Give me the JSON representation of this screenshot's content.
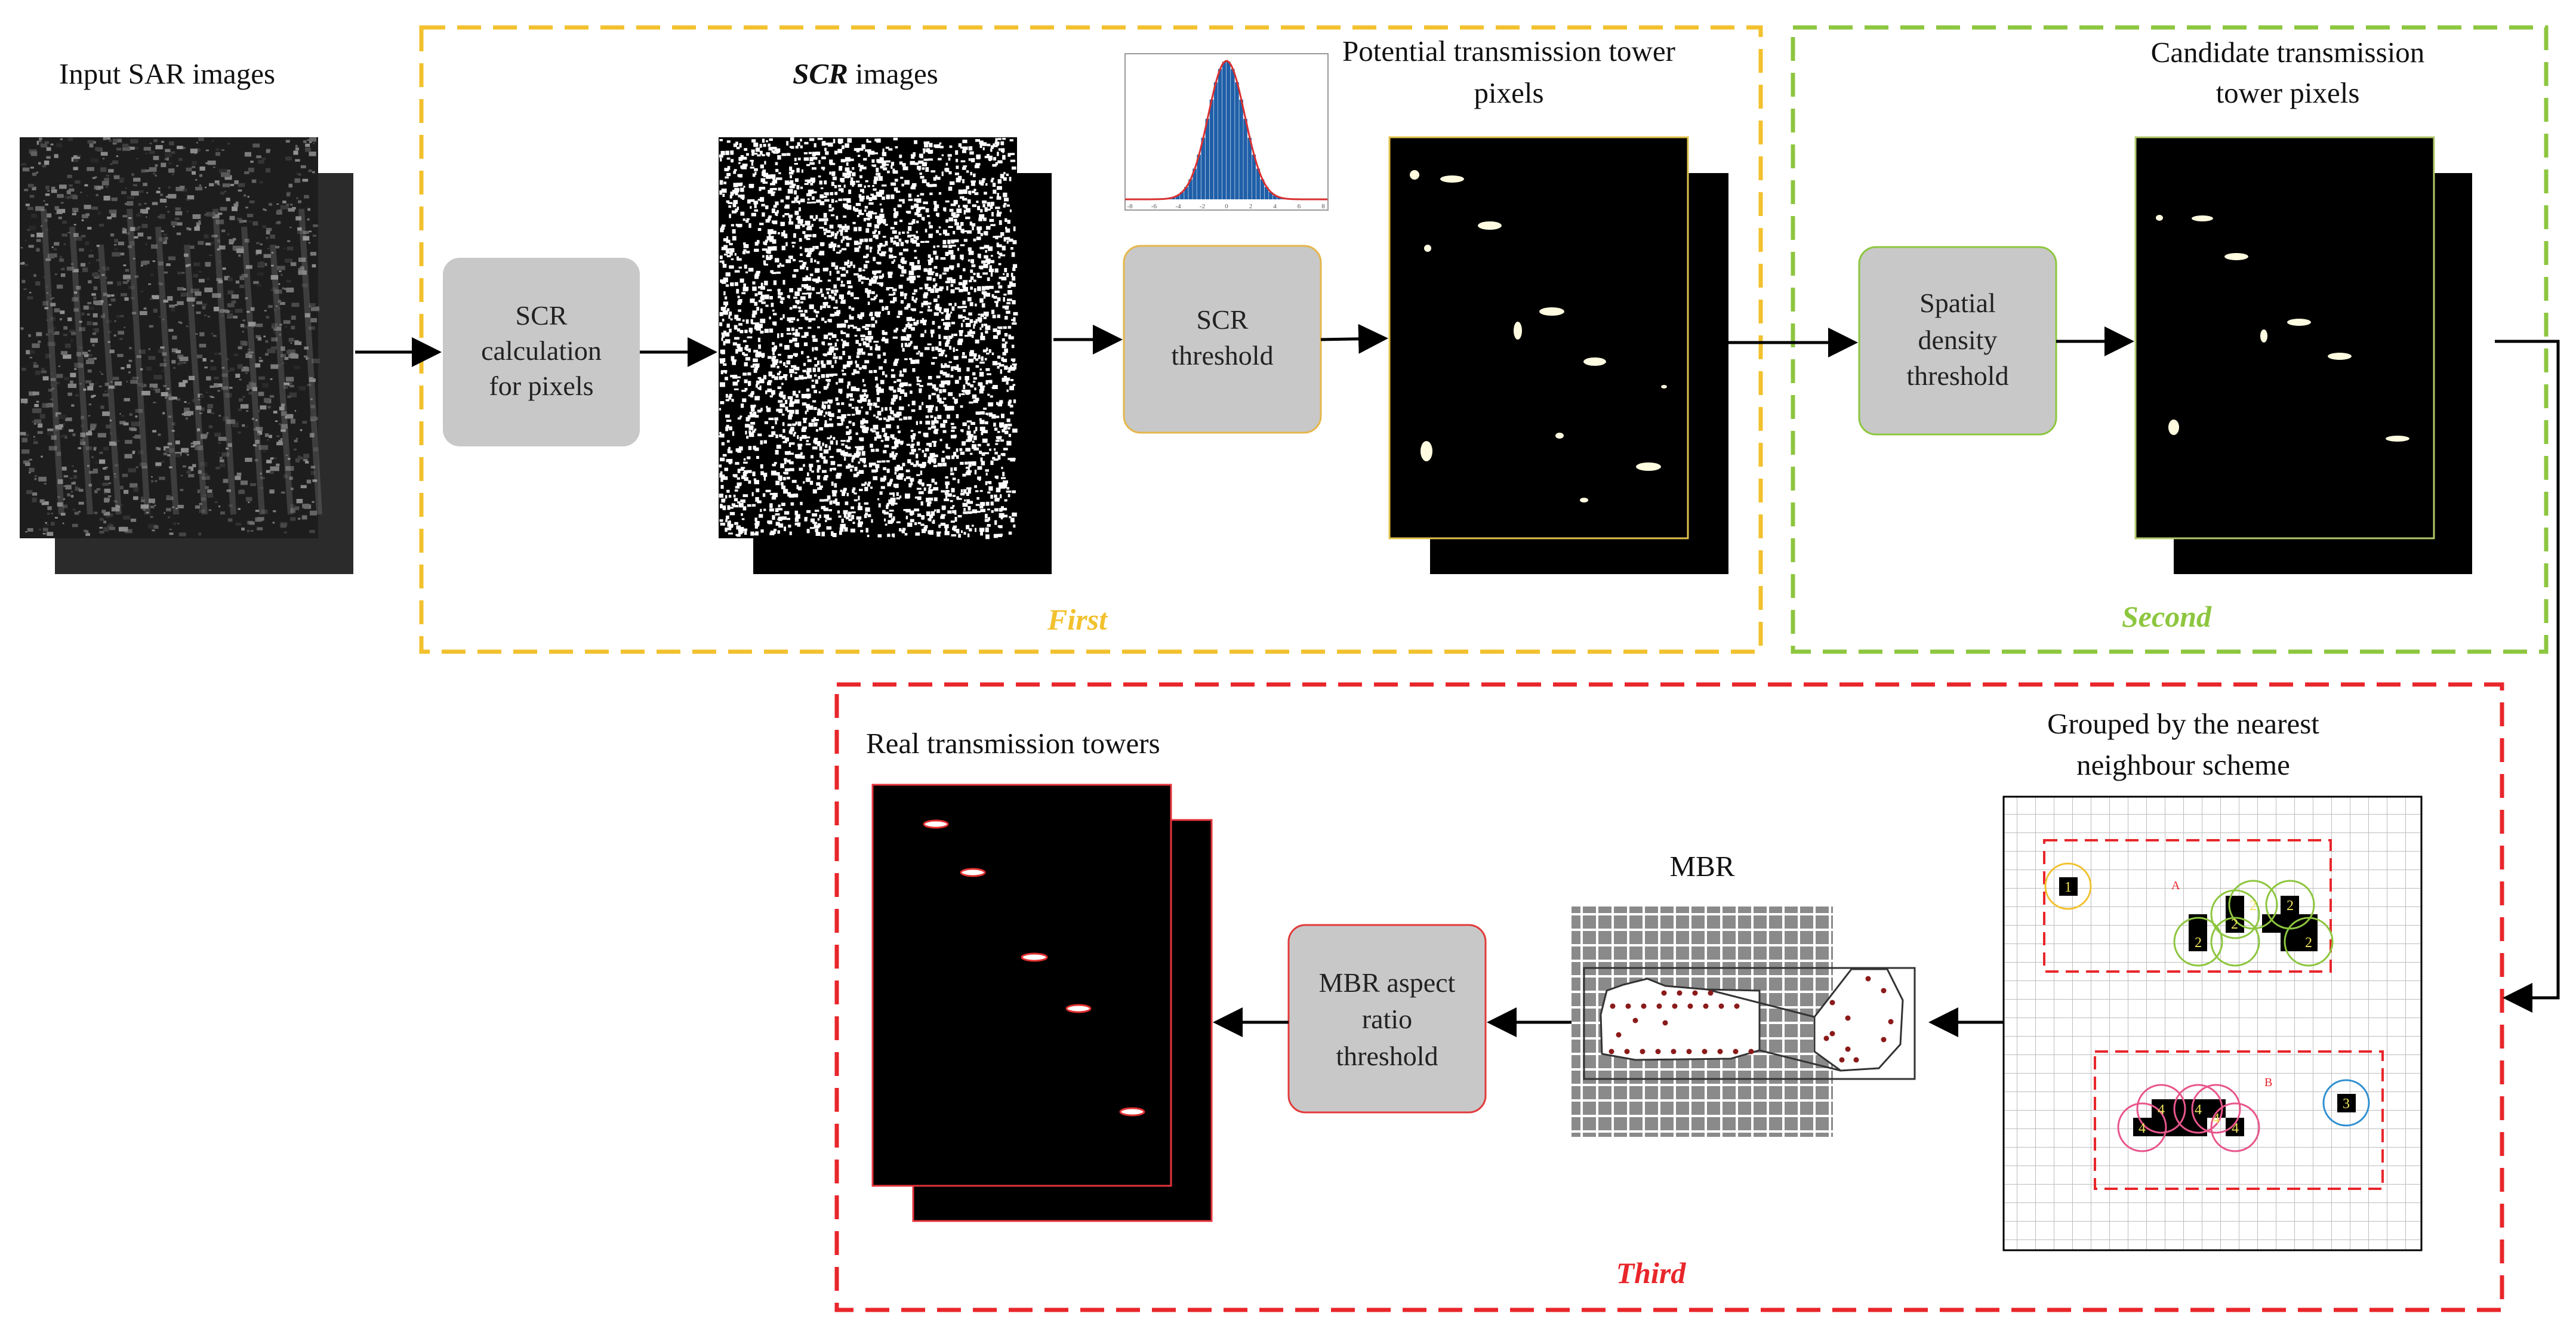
{
  "labels": {
    "input_sar": "Input SAR images",
    "scr_images_bold": "SCR",
    "scr_images_rest": " images",
    "potential_line1": "Potential transmission tower",
    "potential_line2": "pixels",
    "candidate_line1": "Candidate transmission",
    "candidate_line2": "tower pixels",
    "real_towers": "Real transmission towers",
    "grouped_line1": "Grouped by the nearest",
    "grouped_line2": "neighbour scheme",
    "mbr": "MBR"
  },
  "boxes": {
    "scr_calc": [
      "SCR",
      "calculation",
      "for pixels"
    ],
    "scr_threshold": [
      "SCR",
      "threshold"
    ],
    "spatial": [
      "Spatial",
      "density",
      "threshold"
    ],
    "mbr_aspect": [
      "MBR aspect",
      "ratio",
      "threshold"
    ]
  },
  "stages": {
    "first": "First",
    "second": "Second",
    "third": "Third"
  },
  "grid_annotations": {
    "cluster_a": "A",
    "cluster_b": "B",
    "ids": [
      "1",
      "2",
      "2",
      "2",
      "2",
      "2",
      "3",
      "4",
      "4",
      "4",
      "4",
      "4"
    ]
  },
  "histogram_ticks": [
    "-8",
    "-6",
    "-4",
    "-2",
    "0",
    "2",
    "4",
    "6",
    "8"
  ],
  "colors": {
    "first": "#f2c12e",
    "second": "#8dc63f",
    "third": "#e8262b",
    "process_box": "#c8c8c8",
    "bright_pixel": "#fffbe0"
  }
}
